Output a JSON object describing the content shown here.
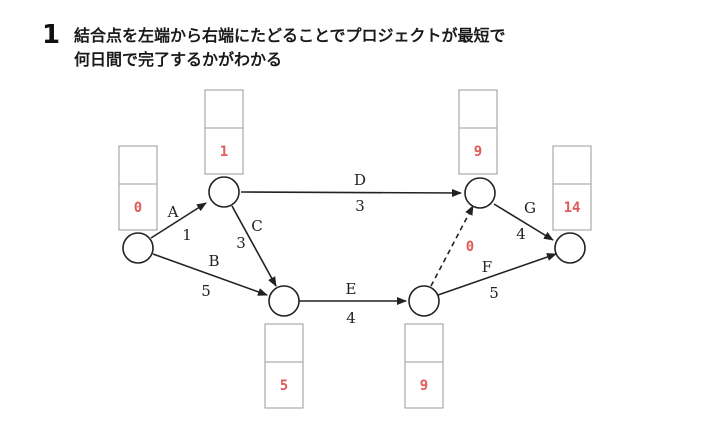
{
  "heading": {
    "number": "1",
    "line1": "結合点を左端から右端にたどることでプロジェクトが最短で",
    "line2": "何日間で完了するかがわかる"
  },
  "colors": {
    "line": "#222222",
    "box_border": "#9a9a9a",
    "value": "#e05a5a"
  },
  "nodes": [
    {
      "id": "n1",
      "earliest": "0"
    },
    {
      "id": "n2",
      "earliest": "1"
    },
    {
      "id": "n3",
      "earliest": "5"
    },
    {
      "id": "n4",
      "earliest": "9"
    },
    {
      "id": "n5",
      "earliest": "9"
    },
    {
      "id": "n6",
      "earliest": "14"
    }
  ],
  "activities": [
    {
      "name": "A",
      "duration": "1"
    },
    {
      "name": "B",
      "duration": "5"
    },
    {
      "name": "C",
      "duration": "3"
    },
    {
      "name": "D",
      "duration": "3"
    },
    {
      "name": "E",
      "duration": "4"
    },
    {
      "name": "F",
      "duration": "5"
    },
    {
      "name": "G",
      "duration": "4"
    }
  ],
  "dummy": {
    "duration": "0"
  }
}
